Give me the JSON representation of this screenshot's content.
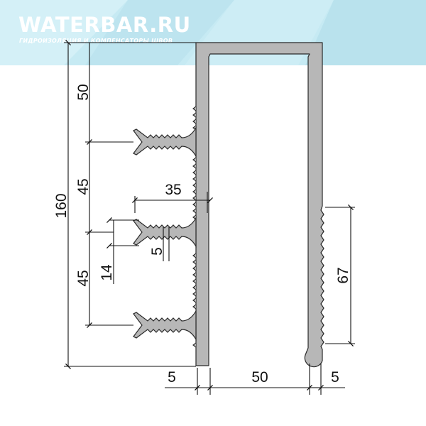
{
  "banner": {
    "logo": "WATERBAR.RU",
    "slogan": "ГИДРОИЗОЛЯЦИЯ И КОМПЕНСАТОРЫ ШВОВ"
  },
  "dimensions": {
    "total_height": "160",
    "top_segment": "50",
    "mid_segment": "45",
    "bottom_segment": "45",
    "anchor_reach": "35",
    "anchor_spacing": "14",
    "rib_width": "5",
    "flange_height": "67",
    "left_wall": "5",
    "gap_width": "50",
    "right_wall": "5"
  },
  "colors": {
    "profile_fill": "#b7b7b7",
    "profile_stroke": "#2a2a2a",
    "banner": "#bfe7f1",
    "dimension_line": "#111111"
  }
}
